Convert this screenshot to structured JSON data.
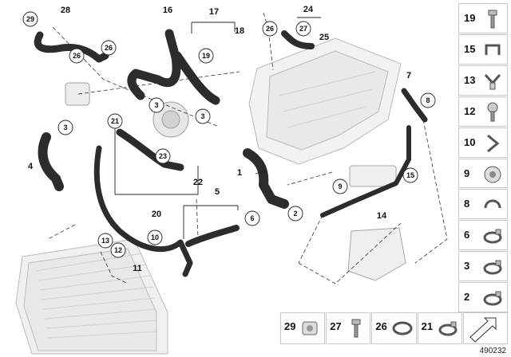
{
  "diagram": {
    "callouts": [
      "28",
      "16",
      "17",
      "18",
      "24",
      "25",
      "1",
      "7",
      "20",
      "22",
      "4",
      "5",
      "14",
      "11"
    ],
    "circled": [
      "29",
      "26",
      "26",
      "19",
      "26",
      "27",
      "3",
      "3",
      "3",
      "21",
      "23",
      "8",
      "9",
      "15",
      "2",
      "6",
      "10",
      "13",
      "12"
    ]
  },
  "sidebar": [
    {
      "num": "19",
      "icon": "bolt-icon"
    },
    {
      "num": "15",
      "icon": "clip-icon"
    },
    {
      "num": "13",
      "icon": "bracket-clip-icon"
    },
    {
      "num": "12",
      "icon": "screw-icon"
    },
    {
      "num": "10",
      "icon": "retainer-icon"
    },
    {
      "num": "9",
      "icon": "plug-icon"
    },
    {
      "num": "8",
      "icon": "spring-clip-icon"
    },
    {
      "num": "6",
      "icon": "hose-clamp-icon"
    },
    {
      "num": "3",
      "icon": "hose-clamp-icon"
    },
    {
      "num": "2",
      "icon": "hose-clamp-icon"
    }
  ],
  "bottom_strip": [
    {
      "num": "29",
      "icon": "holder-icon"
    },
    {
      "num": "27",
      "icon": "bolt-icon"
    },
    {
      "num": "26",
      "icon": "band-clamp-icon"
    },
    {
      "num": "21",
      "icon": "hose-clamp-icon"
    }
  ],
  "diagram_id": "490232"
}
